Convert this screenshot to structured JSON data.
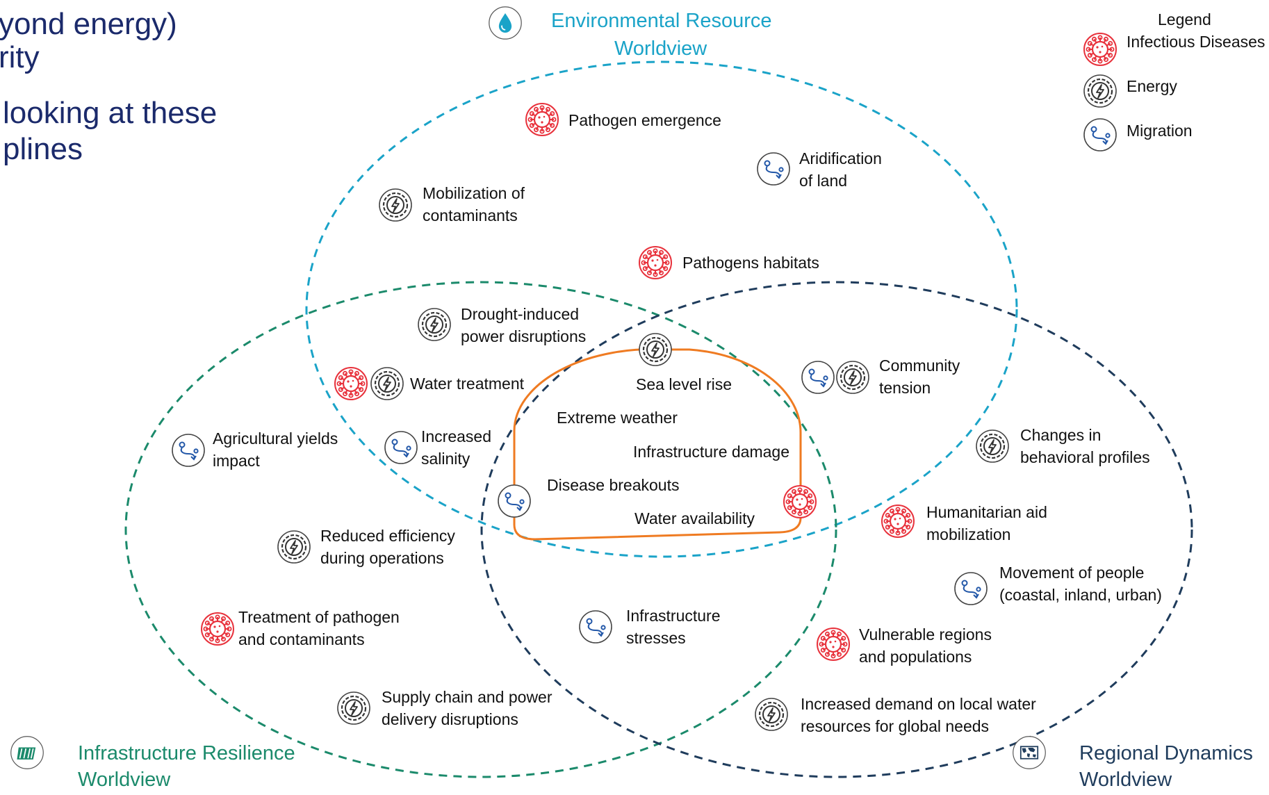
{
  "slide_text": [
    "yond energy)",
    "rity",
    "looking at these",
    "plines"
  ],
  "worldviews": {
    "environmental": {
      "line1": "Environmental Resource",
      "line2": "Worldview",
      "icon": "water-drop-icon",
      "color": "#1aa3c8"
    },
    "infrastructure": {
      "line1": "Infrastructure Resilience",
      "line2": "Worldview",
      "icon": "dam-icon",
      "color": "#1b8a6b"
    },
    "regional": {
      "line1": "Regional Dynamics",
      "line2": "Worldview",
      "icon": "world-map-icon",
      "color": "#1f3c5c"
    }
  },
  "legend": {
    "title": "Legend",
    "items": [
      {
        "label": "Infectious Diseases",
        "icon": "virus-icon"
      },
      {
        "label": "Energy",
        "icon": "energy-icon"
      },
      {
        "label": "Migration",
        "icon": "migration-icon"
      }
    ]
  },
  "items": {
    "pathogen_emergence": {
      "lines": [
        "Pathogen emergence"
      ],
      "icons": [
        "virus-icon"
      ]
    },
    "aridification": {
      "lines": [
        "Aridification",
        "of land"
      ],
      "icons": [
        "migration-icon"
      ]
    },
    "mobilization": {
      "lines": [
        "Mobilization of",
        "contaminants"
      ],
      "icons": [
        "energy-icon"
      ]
    },
    "pathogens_habitats": {
      "lines": [
        "Pathogens habitats"
      ],
      "icons": [
        "virus-icon"
      ]
    },
    "drought_power": {
      "lines": [
        "Drought-induced",
        "power disruptions"
      ],
      "icons": [
        "energy-icon"
      ]
    },
    "water_treatment": {
      "lines": [
        "Water treatment"
      ],
      "icons": [
        "virus-icon",
        "energy-icon"
      ]
    },
    "community_tension": {
      "lines": [
        "Community",
        "tension"
      ],
      "icons": [
        "migration-icon",
        "energy-icon"
      ]
    },
    "agricultural_yields": {
      "lines": [
        "Agricultural yields",
        "impact"
      ],
      "icons": [
        "migration-icon"
      ]
    },
    "increased_salinity": {
      "lines": [
        "Increased",
        "salinity"
      ],
      "icons": [
        "migration-icon"
      ]
    },
    "changes_behavioral": {
      "lines": [
        "Changes in",
        "behavioral profiles"
      ],
      "icons": [
        "energy-icon"
      ]
    },
    "humanitarian_aid": {
      "lines": [
        "Humanitarian aid",
        "mobilization"
      ],
      "icons": [
        "virus-icon"
      ]
    },
    "reduced_efficiency": {
      "lines": [
        "Reduced efficiency",
        "during operations"
      ],
      "icons": [
        "energy-icon"
      ]
    },
    "movement_people": {
      "lines": [
        "Movement of people",
        "(coastal, inland, urban)"
      ],
      "icons": [
        "migration-icon"
      ]
    },
    "treatment_pathogen": {
      "lines": [
        "Treatment of pathogen",
        "and contaminants"
      ],
      "icons": [
        "virus-icon"
      ]
    },
    "infrastructure_stresses": {
      "lines": [
        "Infrastructure",
        "stresses"
      ],
      "icons": [
        "migration-icon"
      ]
    },
    "vulnerable_regions": {
      "lines": [
        "Vulnerable regions",
        "and populations"
      ],
      "icons": [
        "virus-icon"
      ]
    },
    "supply_chain": {
      "lines": [
        "Supply chain and power",
        "delivery disruptions"
      ],
      "icons": [
        "energy-icon"
      ]
    },
    "increased_demand": {
      "lines": [
        "Increased demand on local water",
        "resources for global needs"
      ],
      "icons": [
        "energy-icon"
      ]
    }
  },
  "center": {
    "items": [
      "Sea level rise",
      "Extreme weather",
      "Infrastructure damage",
      "Disease breakouts",
      "Water availability"
    ],
    "icons": [
      "energy-icon",
      "migration-icon",
      "virus-icon"
    ]
  },
  "colors": {
    "environmental_circle": "#1aa3c8",
    "infrastructure_circle": "#1b8a6b",
    "regional_circle": "#1f3c5c",
    "core_outline": "#ef7b22",
    "virus": "#e8323c",
    "energy": "#333333",
    "migration": "#2257a8",
    "slide_text": "#1b2a6b"
  }
}
